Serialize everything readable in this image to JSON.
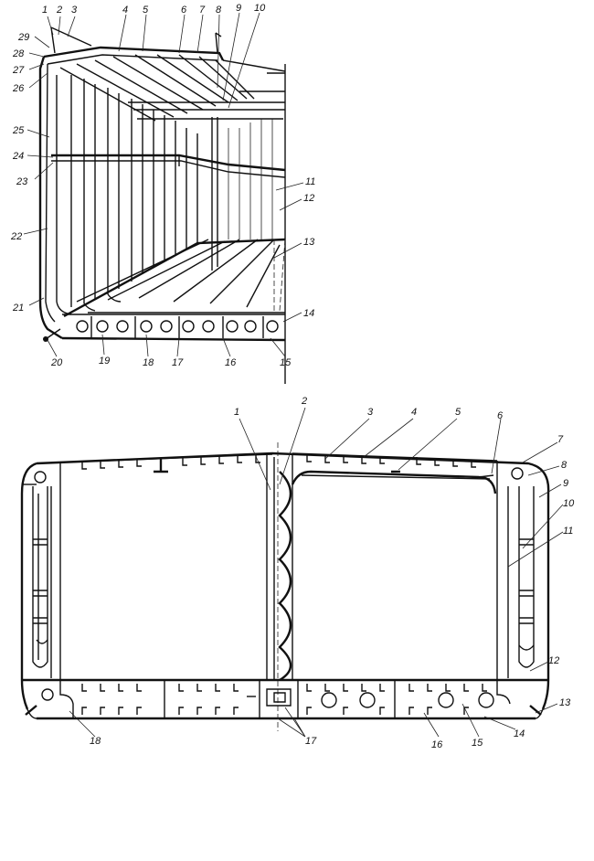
{
  "top_diagram": {
    "labels": [
      {
        "id": "c1",
        "text": "1"
      },
      {
        "id": "c2",
        "text": "2"
      },
      {
        "id": "c3",
        "text": "3"
      },
      {
        "id": "c4",
        "text": "4"
      },
      {
        "id": "c5",
        "text": "5"
      },
      {
        "id": "c6",
        "text": "6"
      },
      {
        "id": "c7",
        "text": "7"
      },
      {
        "id": "c8",
        "text": "8"
      },
      {
        "id": "c9",
        "text": "9"
      },
      {
        "id": "c10",
        "text": "10"
      },
      {
        "id": "c11",
        "text": "11"
      },
      {
        "id": "c12",
        "text": "12"
      },
      {
        "id": "c13",
        "text": "13"
      },
      {
        "id": "c14",
        "text": "14"
      },
      {
        "id": "c15",
        "text": "15"
      },
      {
        "id": "c16",
        "text": "16"
      },
      {
        "id": "c17",
        "text": "17"
      },
      {
        "id": "c18",
        "text": "18"
      },
      {
        "id": "c19",
        "text": "19"
      },
      {
        "id": "c20",
        "text": "20"
      },
      {
        "id": "c21",
        "text": "21"
      },
      {
        "id": "c22",
        "text": "22"
      },
      {
        "id": "c23",
        "text": "23"
      },
      {
        "id": "c24",
        "text": "24"
      },
      {
        "id": "c25",
        "text": "25"
      },
      {
        "id": "c26",
        "text": "26"
      },
      {
        "id": "c27",
        "text": "27"
      },
      {
        "id": "c28",
        "text": "28"
      },
      {
        "id": "c29",
        "text": "29"
      }
    ]
  },
  "bottom_diagram": {
    "labels": [
      {
        "id": "b1",
        "text": "1"
      },
      {
        "id": "b2",
        "text": "2"
      },
      {
        "id": "b3",
        "text": "3"
      },
      {
        "id": "b4",
        "text": "4"
      },
      {
        "id": "b5",
        "text": "5"
      },
      {
        "id": "b6",
        "text": "6"
      },
      {
        "id": "b7",
        "text": "7"
      },
      {
        "id": "b8",
        "text": "8"
      },
      {
        "id": "b9",
        "text": "9"
      },
      {
        "id": "b10",
        "text": "10"
      },
      {
        "id": "b11",
        "text": "11"
      },
      {
        "id": "b12",
        "text": "12"
      },
      {
        "id": "b13",
        "text": "13"
      },
      {
        "id": "b14",
        "text": "14"
      },
      {
        "id": "b15",
        "text": "15"
      },
      {
        "id": "b16",
        "text": "16"
      },
      {
        "id": "b17",
        "text": "17"
      },
      {
        "id": "b18",
        "text": "18"
      }
    ]
  }
}
